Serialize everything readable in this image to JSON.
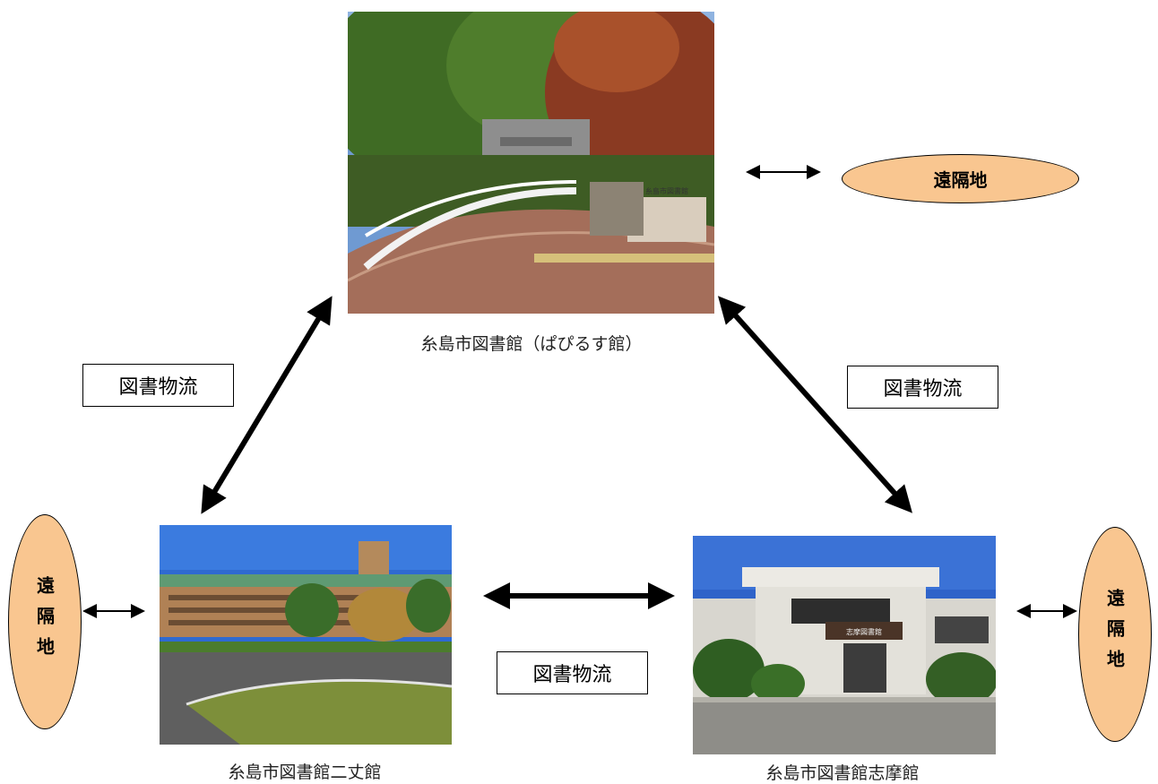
{
  "libraries": {
    "main": {
      "caption": "糸島市図書館（ぱぴるす館）"
    },
    "nijo": {
      "caption": "糸島市図書館二丈館"
    },
    "shima": {
      "caption": "糸島市図書館志摩館",
      "sign_text": "志摩図書館"
    }
  },
  "remote": {
    "top_right": "遠隔地",
    "left": "遠隔地",
    "right": "遠隔地"
  },
  "logistics": {
    "left": "図書物流",
    "right": "図書物流",
    "bottom": "図書物流"
  },
  "main_photo_sign": "糸島市図書館"
}
